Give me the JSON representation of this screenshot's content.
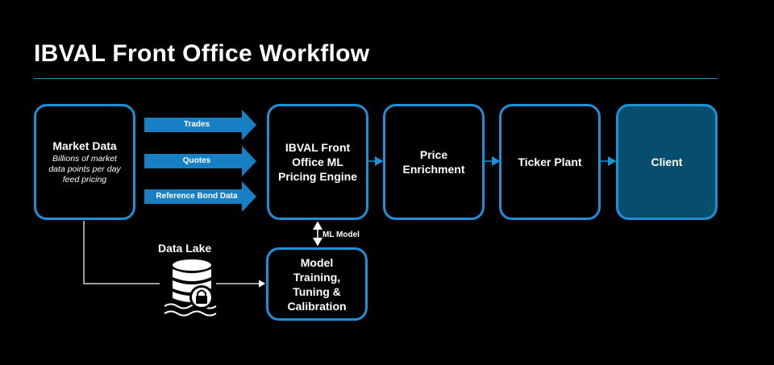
{
  "title": "IBVAL Front Office Workflow",
  "colors": {
    "accent": "#1f8fd6",
    "client_fill": "#074d6d",
    "background": "#000000"
  },
  "boxes": {
    "market_data": {
      "label": "Market Data",
      "sub": "Billions of market data points per day feed pricing"
    },
    "ml_engine": {
      "label": "IBVAL Front Office ML Pricing Engine"
    },
    "price_enrichment": {
      "label": "Price Enrichment"
    },
    "ticker_plant": {
      "label": "Ticker Plant"
    },
    "client": {
      "label": "Client"
    },
    "model_training": {
      "label": "Model Training, Tuning & Calibration"
    }
  },
  "feeds": [
    "Trades",
    "Quotes",
    "Reference Bond Data"
  ],
  "ml_model_label": "ML Model",
  "data_lake_label": "Data Lake",
  "icons": [
    "database-lock-icon"
  ]
}
